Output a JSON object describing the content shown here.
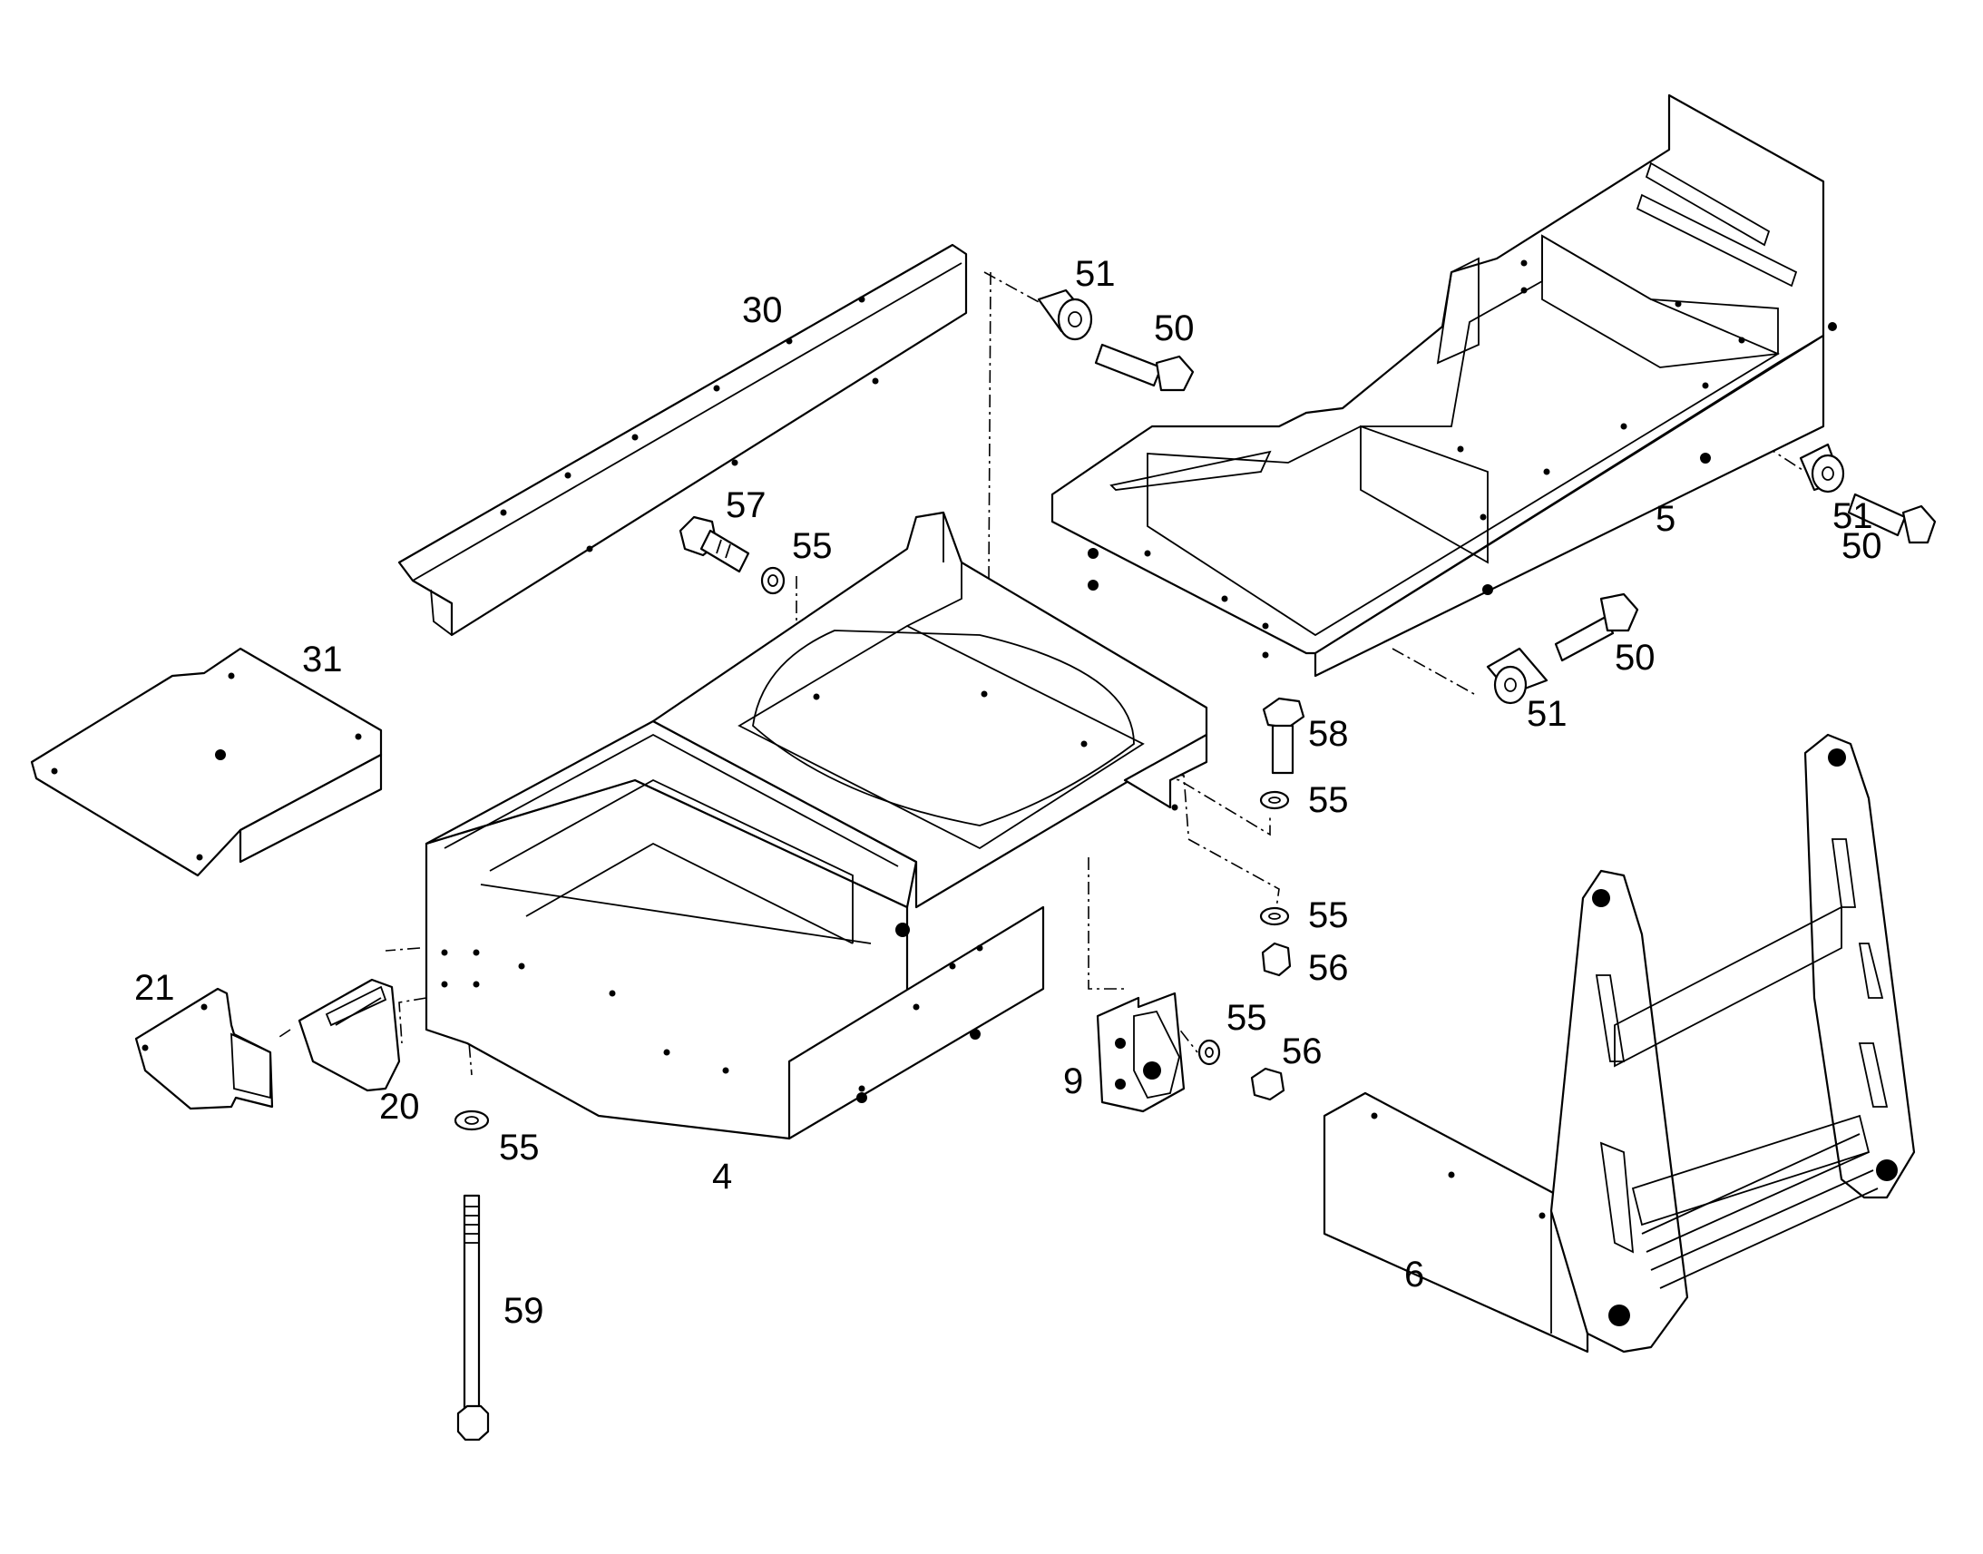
{
  "colors": {
    "line": "#000000",
    "background": "#ffffff"
  },
  "callouts": {
    "c30": "30",
    "c31": "31",
    "c21": "21",
    "c20": "20",
    "c4": "4",
    "c57": "57",
    "c55_a": "55",
    "c51_a": "51",
    "c50_a": "50",
    "c5": "5",
    "c51_b": "51",
    "c50_b": "50",
    "c50_c": "50",
    "c51_c": "51",
    "c58": "58",
    "c55_b": "55",
    "c55_c": "55",
    "c56_a": "56",
    "c55_d": "55",
    "c56_b": "56",
    "c9": "9",
    "c55_e": "55",
    "c59": "59",
    "c6": "6"
  }
}
